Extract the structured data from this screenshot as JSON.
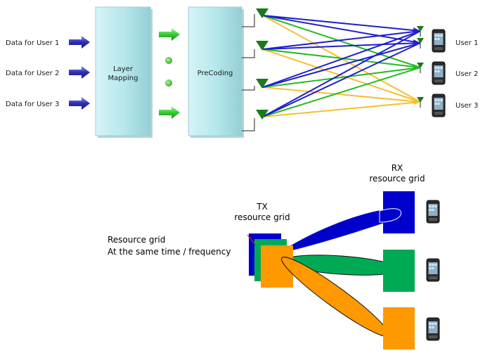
{
  "inputs": [
    {
      "label": "Data for User 1"
    },
    {
      "label": "Data for User 2"
    },
    {
      "label": "Data for User 3"
    }
  ],
  "blocks": {
    "layer_mapping": {
      "line1": "Layer",
      "line2": "Mapping"
    },
    "precoding": {
      "label": "PreCoding"
    }
  },
  "users": [
    {
      "label": "User 1"
    },
    {
      "label": "User 2"
    },
    {
      "label": "User 3"
    }
  ],
  "lower": {
    "rx_title": {
      "line1": "RX",
      "line2": "resource grid"
    },
    "tx_title": {
      "line1": "TX",
      "line2": "resource grid"
    },
    "resource_note": {
      "line1": "Resource grid",
      "line2": "At the same time / frequency"
    }
  },
  "colors": {
    "user1": "#0000cc",
    "user2": "#00aa55",
    "user3": "#ff9900",
    "block_fill": "#b7e8ec",
    "input_arrow": "#2d2db3",
    "stream_arrow": "#33cc33",
    "beam_blue": "#1f1fcc",
    "beam_green": "#22bb22",
    "beam_orange": "#f5c030",
    "antenna": "#1a7a1a"
  }
}
